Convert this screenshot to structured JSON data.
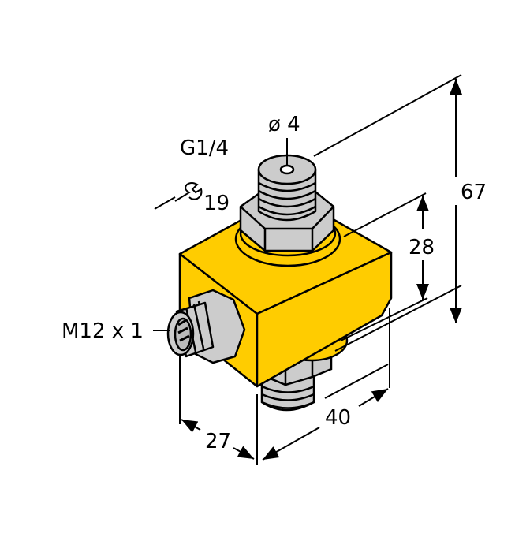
{
  "title": "Flow sensor dimension drawing",
  "colors": {
    "housing": "#ffcc00",
    "housing_dark": "#e6b800",
    "metal": "#cccccc",
    "metal_dark": "#b3b3b3",
    "line": "#000000",
    "background": "#ffffff"
  },
  "labels": {
    "process_thread": "G1/4",
    "bore_diameter": "ø 4",
    "wrench_size": "19",
    "connector_thread": "M12 x 1"
  },
  "dimensions": {
    "total_height": "67",
    "body_height": "28",
    "body_length": "40",
    "body_width": "27"
  },
  "icons": {
    "wrench": "wrench-icon"
  }
}
